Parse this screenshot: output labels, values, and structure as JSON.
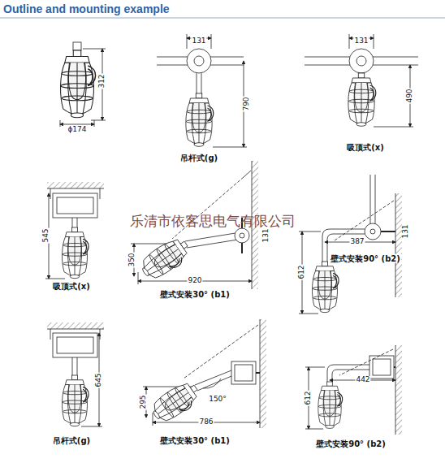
{
  "diagram": {
    "title": "Outline and mounting example",
    "labels": [
      "312",
      "ϕ174",
      "131",
      "790",
      "吊杆式(g)",
      "131",
      "490",
      "吸顶式(x)",
      "545",
      "吸顶式(x)",
      "350",
      "920",
      "131",
      "壁式安装30° (b1)",
      "131",
      "387",
      "612",
      "壁式安装90° (b2)",
      "乐清市依客思电气有限公司",
      "645",
      "吊杆式(g)",
      "295",
      "150°",
      "786",
      "壁式安装30° (b1)",
      "612",
      "442",
      "壁式安装90° (b2)"
    ]
  }
}
